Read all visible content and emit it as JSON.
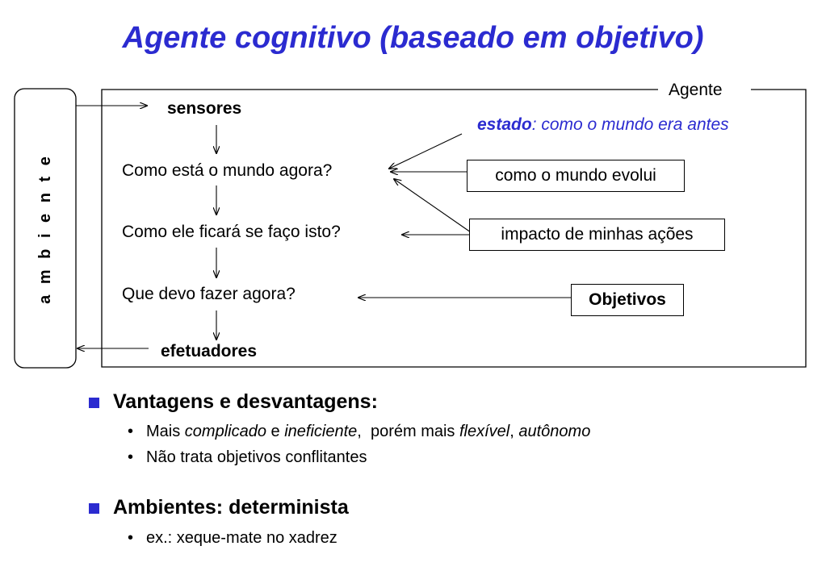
{
  "title": "Agente cognitivo (baseado em objetivo)",
  "diagram": {
    "environment_label": "a m b i e n t e",
    "agent_label": "Agente",
    "sensors": "sensores",
    "effectors": "efetuadores",
    "steps": [
      "Como está o mundo agora?",
      "Como ele ficará se faço isto?",
      "Que devo fazer agora?"
    ],
    "state": {
      "term": "estado",
      "rest": ": como o mundo era antes"
    },
    "boxes": {
      "world_evolves": "como o mundo evolui",
      "action_impact": "impacto de minhas ações",
      "goals": "Objetivos"
    }
  },
  "bullets": [
    {
      "heading": "Vantagens e desvantagens:",
      "items": [
        {
          "parts": [
            "Mais ",
            "complicado",
            " e ",
            "ineficiente",
            ",  porém mais ",
            "flexível",
            ", ",
            "autônomo"
          ]
        },
        {
          "parts": [
            "Não trata objetivos conflitantes"
          ]
        }
      ]
    },
    {
      "heading": "Ambientes: determinista",
      "items": [
        {
          "parts": [
            "ex.: xeque-mate no xadrez"
          ]
        }
      ]
    }
  ],
  "colors": {
    "title": "#2b2bd0",
    "state": "#2b2bd0",
    "bullet_square": "#2b2bd0"
  }
}
